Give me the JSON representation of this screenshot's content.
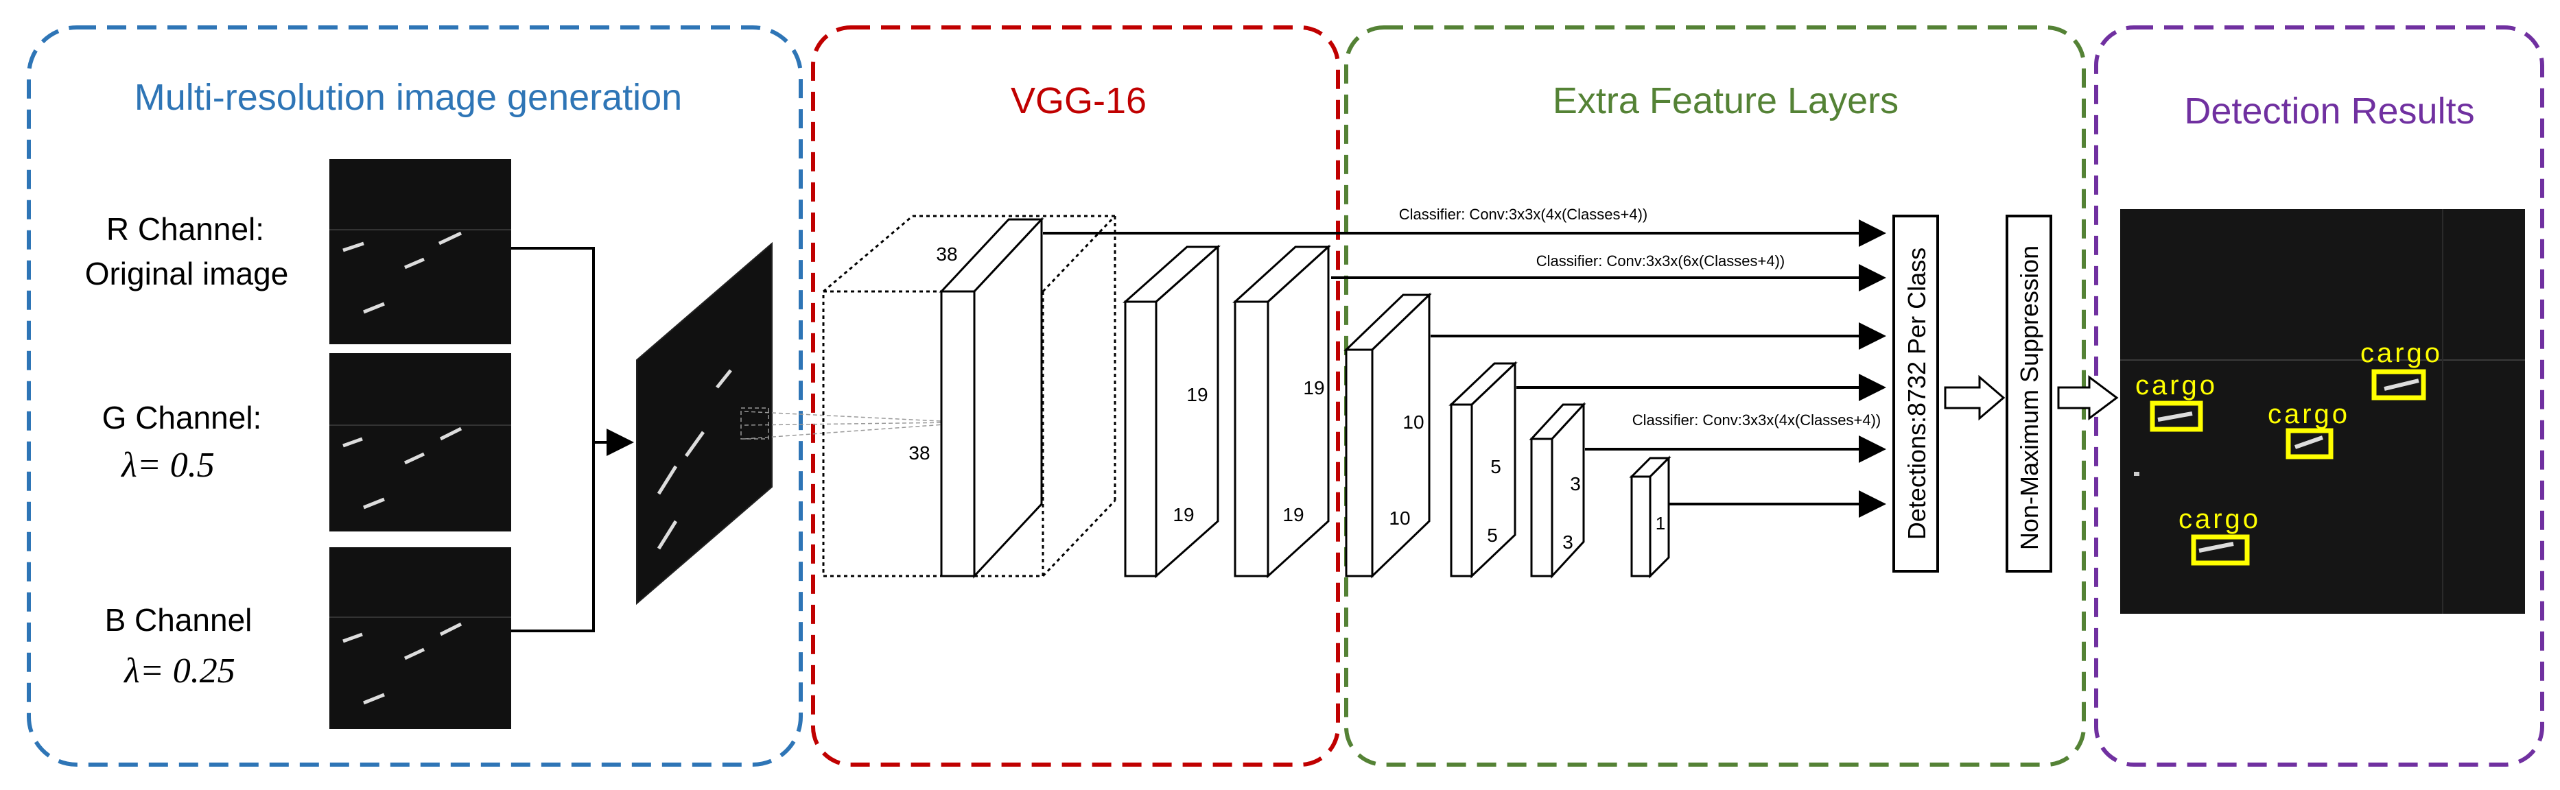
{
  "panels": {
    "multi_resolution": {
      "title": "Multi-resolution image generation",
      "color": "#2E75B6",
      "r_channel_line1": "R Channel:",
      "r_channel_line2": "Original image",
      "g_channel_line1": "G Channel:",
      "g_channel_lambda": "λ= 0.5",
      "b_channel_line1": "B Channel",
      "b_channel_lambda": "λ= 0.25"
    },
    "vgg16": {
      "title": "VGG-16",
      "color": "#C00000",
      "dims": {
        "big_box_top": "38",
        "big_box_side": "38",
        "conv_a_mid": "19",
        "conv_a_bottom": "19",
        "conv_b_mid": "19",
        "conv_b_bottom": "19"
      }
    },
    "extra_layers": {
      "title": "Extra Feature Layers",
      "color": "#548235",
      "dims": {
        "l10_top": "10",
        "l10_bottom": "10",
        "l5_top": "5",
        "l5_bottom": "5",
        "l3_top": "3",
        "l3_bottom": "3",
        "l1": "1"
      },
      "classifier_1": "Classifier: Conv:3x3x(4x(Classes+4))",
      "classifier_2": "Classifier: Conv:3x3x(6x(Classes+4))",
      "classifier_3": "Classifier: Conv:3x3x(4x(Classes+4))",
      "detections_label": "Detections:8732 Per Class",
      "nms_label": "Non-Maximum Suppression"
    },
    "detection_results": {
      "title": "Detection Results",
      "color": "#7030A0",
      "box_color": "#FFFF00",
      "labels": [
        "cargo",
        "cargo",
        "cargo",
        "cargo"
      ]
    }
  }
}
